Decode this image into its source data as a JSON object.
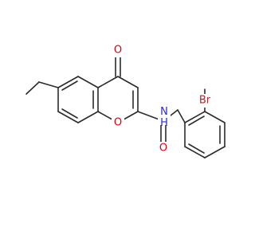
{
  "molecule": {
    "atom_labels": {
      "ketone_oxygen": "O",
      "ring_oxygen": "O",
      "amide_oxygen": "O",
      "amide_nh": "N\nH",
      "bromine": "Br"
    },
    "colors": {
      "bond": "#2b2b2b",
      "oxygen": "#e0000f",
      "nitrogen": "#2a2ad0",
      "bromine": "#a52a2a"
    }
  }
}
